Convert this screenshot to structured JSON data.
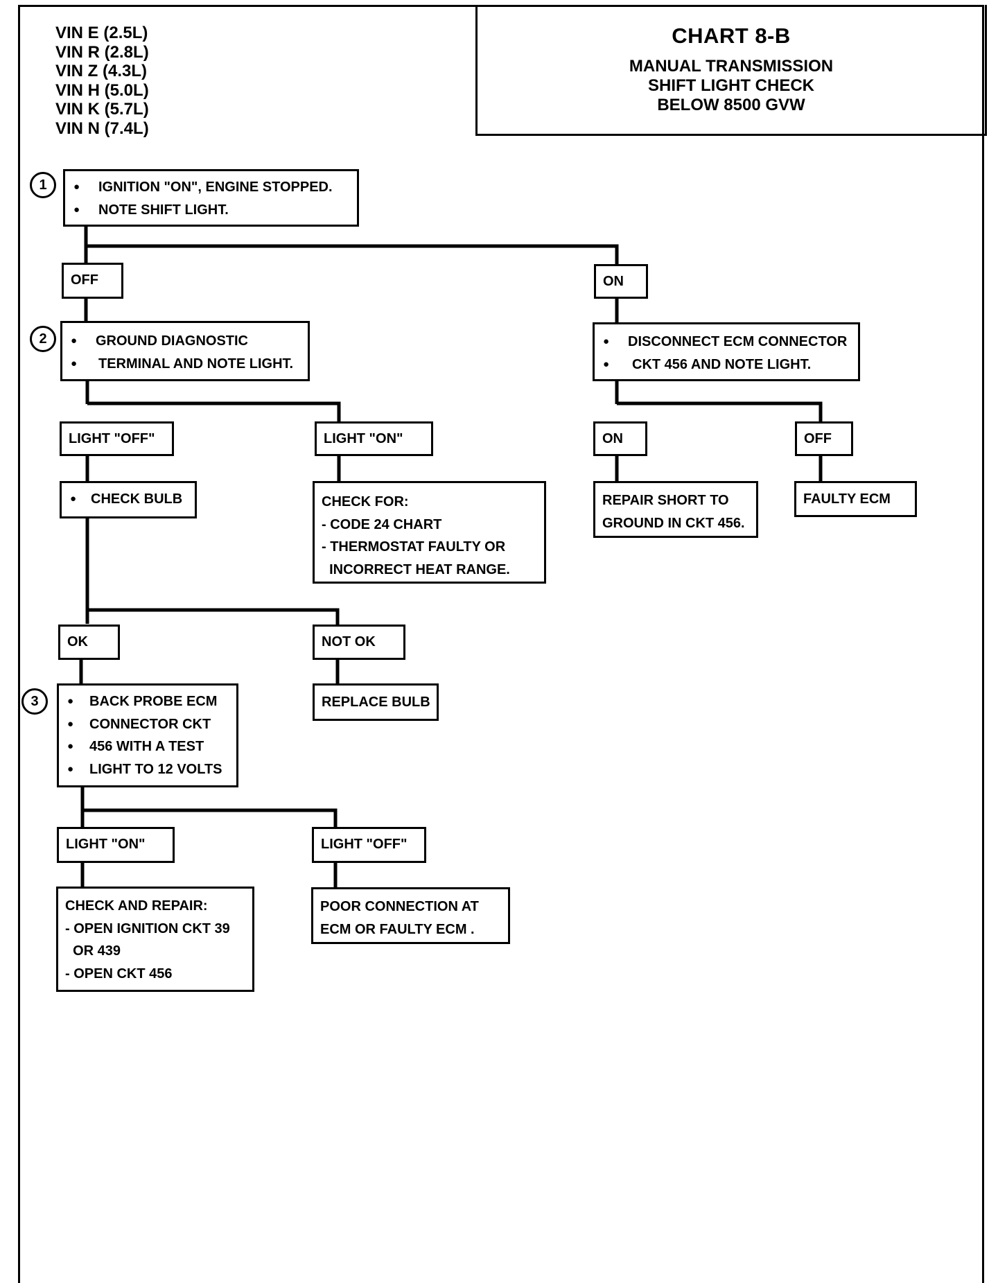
{
  "vin_list": [
    "VIN E (2.5L)",
    "VIN R (2.8L)",
    "VIN Z (4.3L)",
    "VIN H (5.0L)",
    "VIN K (5.7L)",
    "VIN N (7.4L)"
  ],
  "header": {
    "chart_title": "CHART 8-B",
    "subtitle_lines": [
      "MANUAL TRANSMISSION",
      "SHIFT LIGHT CHECK",
      "BELOW 8500 GVW"
    ]
  },
  "steps": {
    "step1": {
      "number": "1",
      "lines": [
        "IGNITION \"ON\", ENGINE STOPPED.",
        "NOTE SHIFT LIGHT."
      ]
    },
    "step2": {
      "number": "2",
      "lines": [
        "GROUND DIAGNOSTIC",
        "TERMINAL AND NOTE LIGHT."
      ]
    },
    "step3": {
      "number": "3",
      "lines": [
        "BACK PROBE ECM",
        "CONNECTOR CKT",
        "456 WITH A TEST",
        "LIGHT TO 12 VOLTS"
      ]
    }
  },
  "branches": {
    "s1_off": "OFF",
    "s1_on": "ON",
    "disconnect_lines": [
      "DISCONNECT ECM  CONNECTOR",
      "CKT 456 AND NOTE LIGHT."
    ],
    "s2_light_off": "LIGHT \"OFF\"",
    "s2_light_on": "LIGHT \"ON\"",
    "check_bulb": "CHECK BULB",
    "check_for_lines": [
      "CHECK FOR:",
      "- CODE 24 CHART",
      "- THERMOSTAT FAULTY OR",
      "  INCORRECT HEAT RANGE."
    ],
    "ecm_on": "ON",
    "ecm_off": "OFF",
    "repair_short_lines": [
      "REPAIR SHORT TO",
      "GROUND IN CKT 456."
    ],
    "faulty_ecm": "FAULTY ECM",
    "bulb_ok": "OK",
    "bulb_not_ok": "NOT OK",
    "replace_bulb": "REPLACE BULB",
    "s3_light_on": "LIGHT \"ON\"",
    "s3_light_off": "LIGHT \"OFF\"",
    "check_repair_lines": [
      "CHECK AND REPAIR:",
      "- OPEN IGNITION CKT 39",
      "  OR 439",
      "- OPEN CKT 456"
    ],
    "poor_connection_lines": [
      "POOR CONNECTION AT",
      "ECM OR FAULTY ECM ."
    ]
  }
}
